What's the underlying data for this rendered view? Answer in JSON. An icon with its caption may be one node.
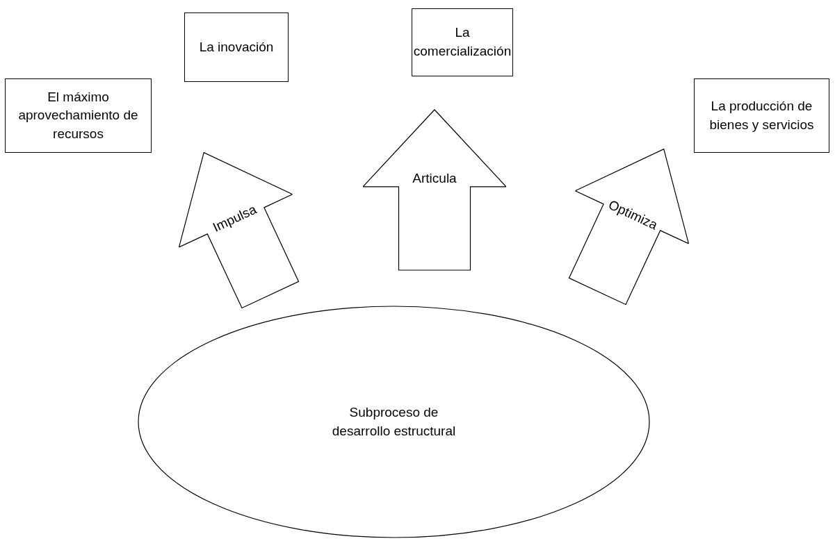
{
  "diagram": {
    "nodes": [
      {
        "text": [
          "El máximo aprovechamiento de recursos"
        ]
      },
      {
        "text": [
          "La inovación"
        ]
      },
      {
        "text": [
          "La comercialización"
        ]
      },
      {
        "text": [
          "La producción de bienes y servicios"
        ]
      },
      {
        "text": [
          "Subproceso de desarrollo estructural"
        ]
      }
    ],
    "edges": [
      {
        "from": 4,
        "to": 0,
        "arrow": "to",
        "label": "Impulsa"
      },
      {
        "from": 4,
        "to": 2,
        "arrow": "to",
        "label": "Articula"
      },
      {
        "from": 4,
        "to": 3,
        "arrow": "to",
        "label": "Optimiza"
      }
    ]
  }
}
